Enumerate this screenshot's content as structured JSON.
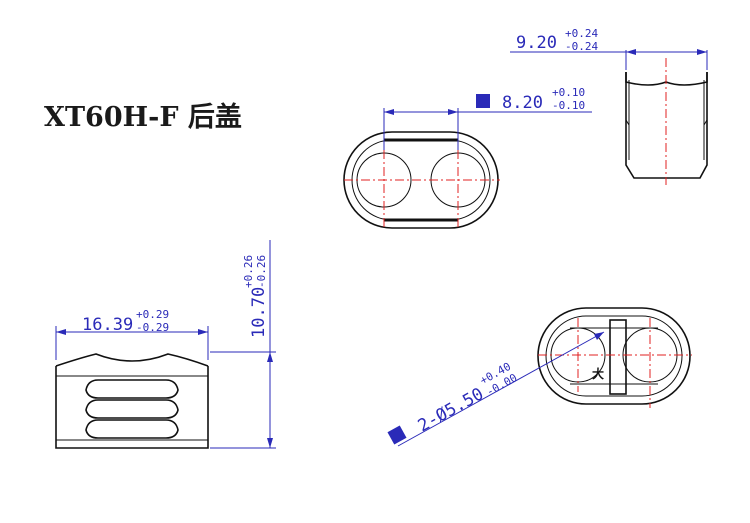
{
  "title": "XT60H-F 后盖",
  "dimensions": {
    "width_top": {
      "value": "9.20",
      "upper": "+0.24",
      "lower": "-0.24"
    },
    "pin_pitch": {
      "value": "8.20",
      "upper": "+0.10",
      "lower": "-0.10"
    },
    "length": {
      "value": "16.39",
      "upper": "+0.29",
      "lower": "-0.29"
    },
    "height": {
      "value": "10.70",
      "upper": "+0.26",
      "lower": "-0.26"
    },
    "hole_dia": {
      "value": "2-Ø5.50",
      "upper": "+0.40",
      "lower": "-0.00"
    }
  },
  "marks": {
    "polarity": "大"
  },
  "colors": {
    "dimension": "#2a2ab8",
    "centerline": "#e02020",
    "outline": "#111111"
  }
}
